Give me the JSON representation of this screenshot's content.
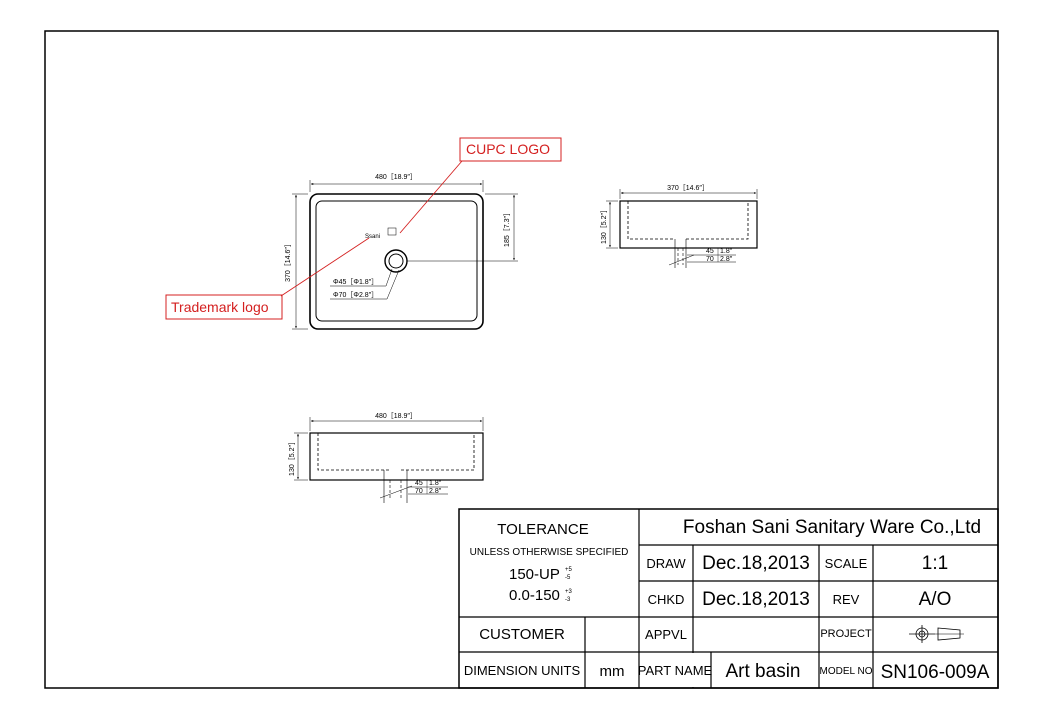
{
  "callouts": {
    "cupc_logo": "CUPC LOGO",
    "trademark_logo": "Trademark logo",
    "color": "#d42020"
  },
  "top_view": {
    "width_dim": "480［18.9″］",
    "depth_dim": "370［14.6″］",
    "drain_offset_dim": "185［7.3″］",
    "drain_inner": "Φ45［Φ1.8″］",
    "drain_outer": "Φ70［Φ2.8″］",
    "logo_mark": "Ssani"
  },
  "side_view_right": {
    "width_dim": "370［14.6″］",
    "height_dim": "130［5.2″］",
    "drain_d1": "45",
    "drain_d1_in": "1.8″",
    "drain_d2": "70",
    "drain_d2_in": "2.8″"
  },
  "side_view_front": {
    "width_dim": "480［18.9″］",
    "height_dim": "130［5.2″］",
    "drain_d1": "45",
    "drain_d1_in": "1.8″",
    "drain_d2": "70",
    "drain_d2_in": "2.8″"
  },
  "title_block": {
    "tolerance": "TOLERANCE",
    "unless": "UNLESS OTHERWISE SPECIFIED",
    "tol1_range": "150-UP",
    "tol1_plus": "+5",
    "tol1_minus": "-5",
    "tol2_range": "0.0-150",
    "tol2_plus": "+3",
    "tol2_minus": "-3",
    "company": "Foshan Sani Sanitary Ware Co.,Ltd",
    "draw_label": "DRAW",
    "draw_date": "Dec.18,2013",
    "scale_label": "SCALE",
    "scale_value": "1:1",
    "chkd_label": "CHKD",
    "chkd_date": "Dec.18,2013",
    "rev_label": "REV",
    "rev_value": "A/O",
    "customer_label": "CUSTOMER",
    "appvl_label": "APPVL",
    "project_label": "PROJECT",
    "dim_units_label": "DIMENSION UNITS",
    "dim_units_value": "mm",
    "part_name_label": "PART NAME",
    "part_name_value": "Art basin",
    "model_no_label": "MODEL NO",
    "model_no_value": "SN106-009A"
  }
}
